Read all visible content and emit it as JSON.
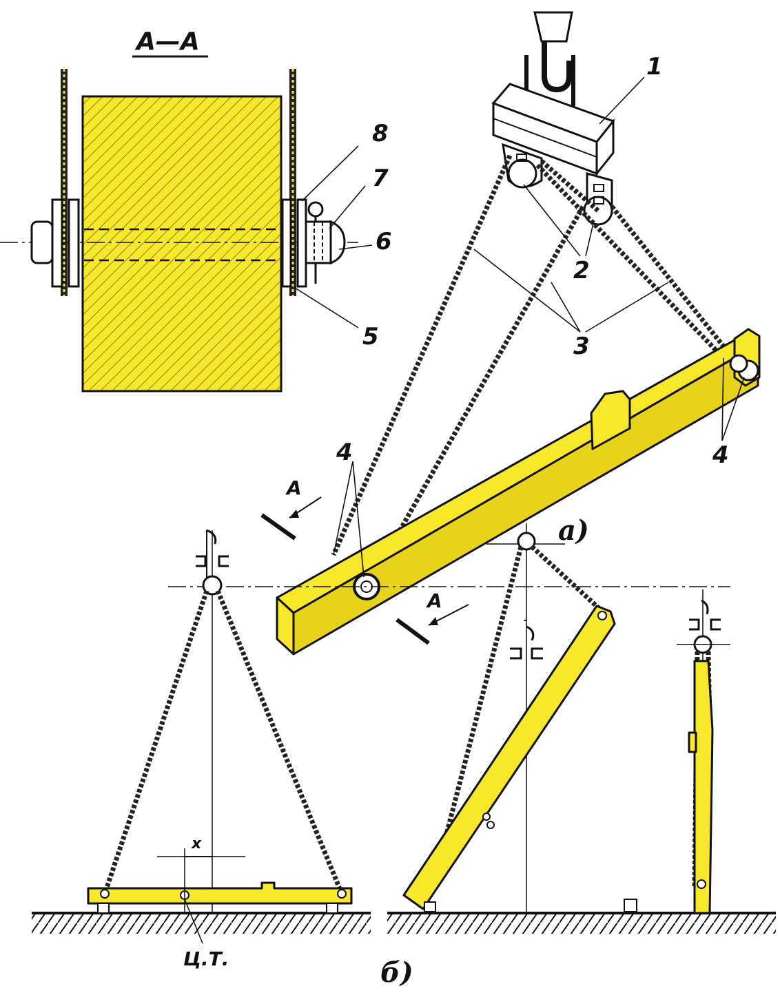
{
  "section": {
    "title": "А—А"
  },
  "callouts": {
    "n1": "1",
    "n2": "2",
    "n3": "3",
    "n4_left": "4",
    "n4_right": "4",
    "n5": "5",
    "n6": "6",
    "n7": "7",
    "n8": "8"
  },
  "section_marks": {
    "upper": "А",
    "lower": "А"
  },
  "sub_a": "а)",
  "sub_b": "б)",
  "offset_label": "х",
  "cg_label": "Ц.Т.",
  "colors": {
    "beam": "#f7e82b",
    "ink": "#111111"
  }
}
